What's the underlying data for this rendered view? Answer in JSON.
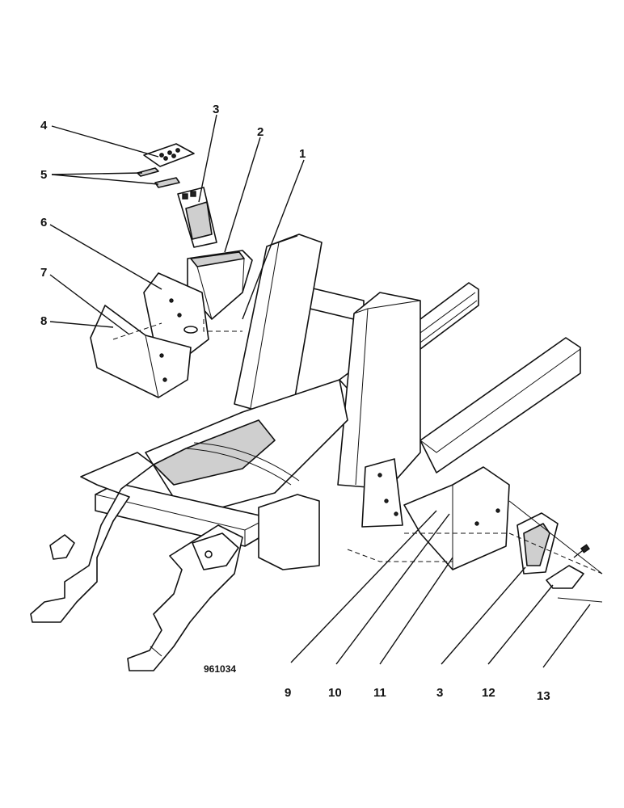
{
  "figure": {
    "reference": "961034",
    "callouts": [
      "1",
      "2",
      "3",
      "4",
      "5",
      "6",
      "7",
      "8",
      "9",
      "10",
      "11",
      "3",
      "12",
      "13"
    ]
  }
}
